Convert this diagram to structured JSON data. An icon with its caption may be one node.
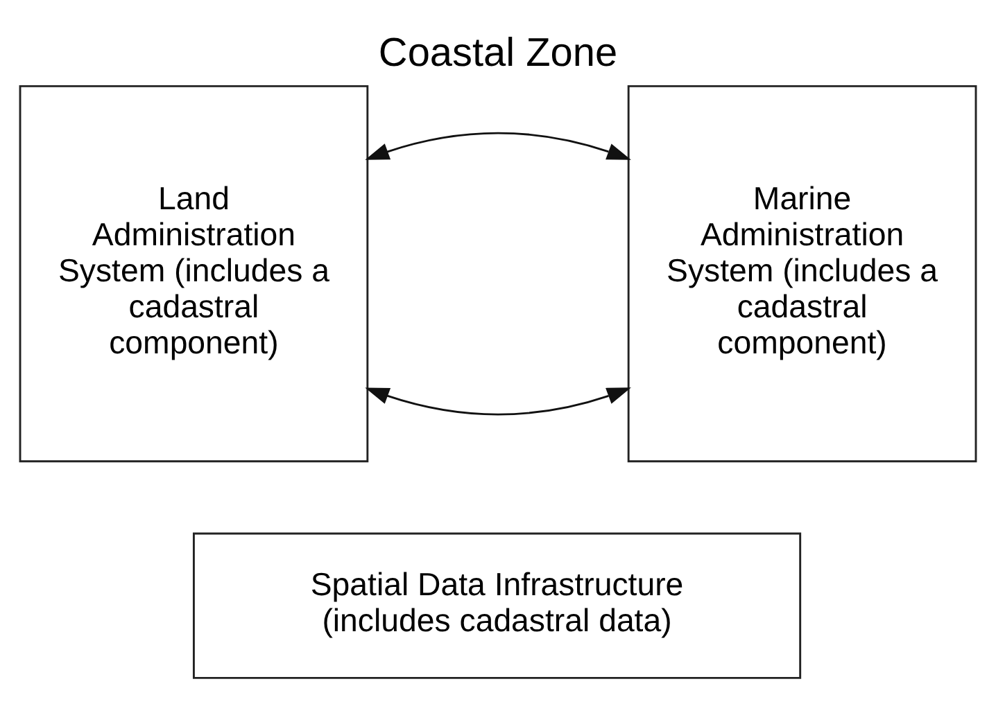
{
  "diagram": {
    "title": "Coastal Zone",
    "nodes": [
      {
        "text": [
          "Land Administration System (includes a cadastral component)"
        ]
      },
      {
        "text": [
          "Marine Administration System (includes a cadastral component)"
        ]
      },
      {
        "text": [
          "Spatial Data Infrastructure (includes cadastral data)"
        ]
      }
    ],
    "edges": [
      {
        "from": 0,
        "to": 1,
        "arrow": "both"
      },
      {
        "from": 0,
        "to": 1,
        "arrow": "both"
      }
    ]
  }
}
